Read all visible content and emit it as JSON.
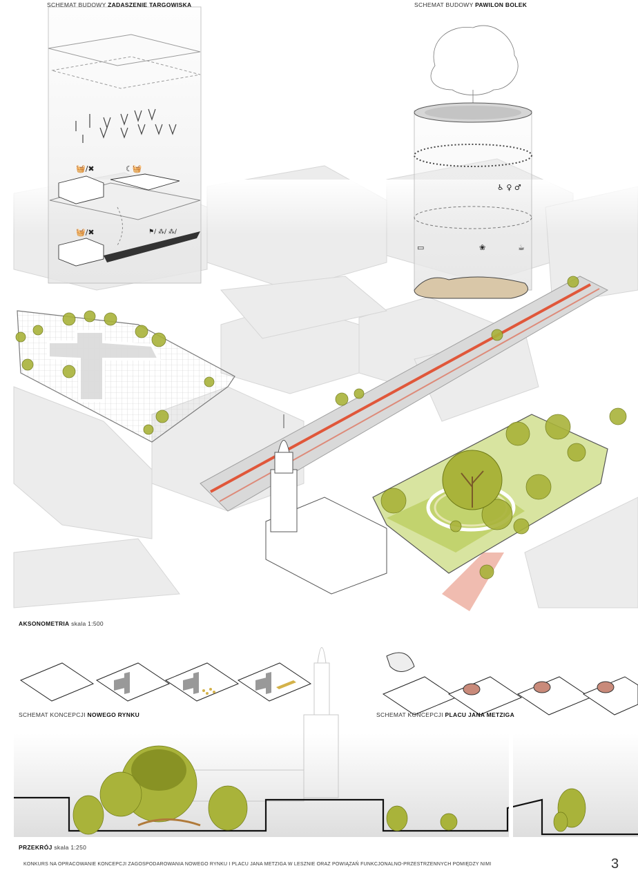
{
  "headings": {
    "market_roof_prefix": "SCHEMAT BUDOWY ",
    "market_roof_bold": "ZADASZENIE TARGOWISKA",
    "pavilion_prefix": "SCHEMAT BUDOWY ",
    "pavilion_bold": "PAWILON BOLEK",
    "axonometry_bold": "AKSONOMETRIA",
    "axonometry_scale": " skala 1:500",
    "new_market_prefix": "SCHEMAT KONCEPCJI ",
    "new_market_bold": "NOWEGO RYNKU",
    "metzig_prefix": "SCHEMAT KONCEPCJI ",
    "metzig_bold": "PLACU JANA METZIGA",
    "section_bold": "PRZEKRÓJ",
    "section_scale": " skala 1:250"
  },
  "footer": {
    "text": "KONKURS NA OPRACOWANIE KONCEPCJI ZAGOSPODAROWANIA NOWEGO RYNKU I PLACU JANA METZIGA W LESZNIE ORAZ POWIĄZAŃ FUNKCJONALNO-PRZESTRZENNYCH POMIĘDZY NIMI",
    "page_number": "3"
  },
  "colors": {
    "tree_green": "#a9b33a",
    "tree_dark": "#7f8a1f",
    "street_red": "#e0573a",
    "building_grey": "#e9e9e9",
    "line_grey": "#9a9a9a"
  }
}
